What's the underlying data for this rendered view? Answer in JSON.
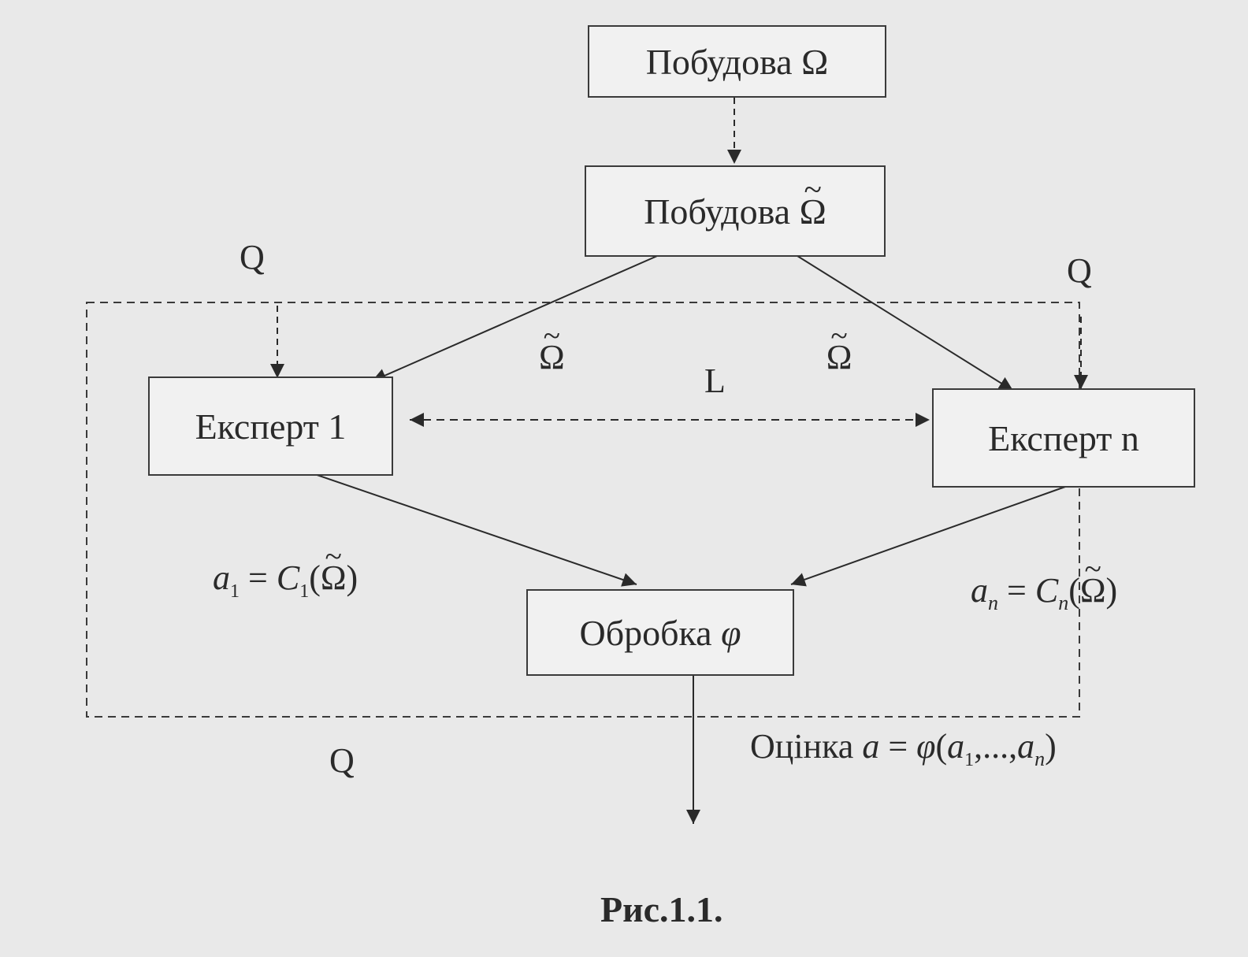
{
  "nodes": {
    "build_omega": {
      "prefix": "Побудова ",
      "symbol": "Ω"
    },
    "build_omega_tilde": {
      "prefix": "Побудова ",
      "symbol": "Ω"
    },
    "expert1": {
      "label": "Експерт 1"
    },
    "expertn": {
      "label": "Експерт n"
    },
    "processing": {
      "prefix": "Обробка ",
      "symbol": "φ"
    }
  },
  "labels": {
    "q_left": "Q",
    "q_right": "Q",
    "q_bottom": "Q",
    "omega_tilde_left": "Ω",
    "omega_tilde_right": "Ω",
    "l_link": "L"
  },
  "formulas": {
    "a1": {
      "var": "a",
      "sub": "1",
      "eq": " = ",
      "func": "C",
      "fsub": "1",
      "open": "(",
      "arg": "Ω",
      "close": ")"
    },
    "an": {
      "var": "a",
      "sub": "n",
      "eq": " = ",
      "func": "C",
      "fsub": "n",
      "open": "(",
      "arg": "Ω",
      "close": ")"
    },
    "estimate": {
      "word": "Оцінка ",
      "var": "a",
      "eq": " = ",
      "func": "φ",
      "open": "(",
      "a1": "a",
      "a1sub": "1",
      "dots": ",...,",
      "an": "a",
      "ansub": "n",
      "close": ")"
    }
  },
  "caption": "Рис.1.1."
}
